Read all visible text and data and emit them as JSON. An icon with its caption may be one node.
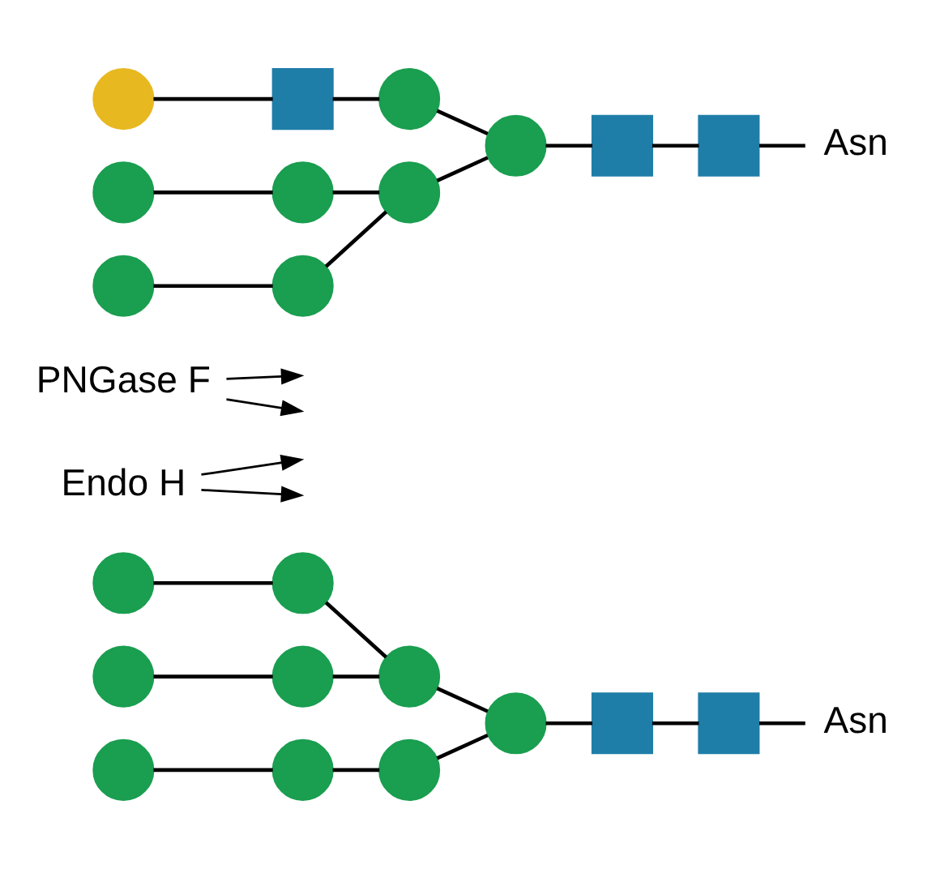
{
  "diagram": {
    "nodes": [
      {
        "text": [],
        "shape": "circle"
      },
      {
        "text": [],
        "shape": "circle"
      },
      {
        "text": [],
        "shape": "circle"
      },
      {
        "text": [],
        "shape": "circle"
      },
      {
        "text": [],
        "shape": "circle"
      },
      {
        "text": [],
        "shape": "circle"
      },
      {
        "text": [],
        "shape": "box"
      },
      {
        "text": [],
        "shape": "box"
      },
      {
        "text": [
          "Asn"
        ]
      },
      {
        "text": [],
        "shape": "circle"
      },
      {
        "text": [],
        "shape": "circle"
      },
      {
        "text": [],
        "shape": "circle"
      },
      {
        "text": [
          "Endo H"
        ]
      },
      {
        "text": [
          "PNGase F"
        ]
      },
      {
        "text": [],
        "shape": "circle"
      },
      {
        "text": [],
        "shape": "box"
      },
      {
        "text": [],
        "shape": "circle"
      },
      {
        "text": [],
        "shape": "circle"
      },
      {
        "text": [],
        "shape": "box"
      },
      {
        "text": [],
        "shape": "box"
      },
      {
        "text": [
          "Asn"
        ]
      },
      {
        "text": [],
        "shape": "circle"
      },
      {
        "text": [],
        "shape": "circle"
      },
      {
        "text": [],
        "shape": "circle"
      },
      {
        "text": [],
        "shape": "circle"
      },
      {
        "text": [],
        "shape": "circle"
      }
    ],
    "edges": [
      {
        "from": 0,
        "to": 1,
        "arrow": "none"
      },
      {
        "from": 1,
        "to": 2,
        "arrow": "none"
      },
      {
        "from": 3,
        "to": 4,
        "arrow": "none"
      },
      {
        "from": 4,
        "to": 2,
        "arrow": "none"
      },
      {
        "from": 2,
        "to": 5,
        "arrow": "none"
      },
      {
        "from": 9,
        "to": 10,
        "arrow": "none"
      },
      {
        "from": 10,
        "to": 11,
        "arrow": "none"
      },
      {
        "from": 11,
        "to": 5,
        "arrow": "none"
      },
      {
        "from": 5,
        "to": 6,
        "arrow": "none"
      },
      {
        "from": 6,
        "to": 7,
        "arrow": "none"
      },
      {
        "from": 7,
        "to": 8,
        "arrow": "none"
      },
      {
        "from": 12,
        "to": null,
        "arrow": "to"
      },
      {
        "from": 12,
        "to": null,
        "arrow": "to"
      },
      {
        "from": 13,
        "to": null,
        "arrow": "to"
      },
      {
        "from": 13,
        "to": null,
        "arrow": "to"
      },
      {
        "from": 14,
        "to": 15,
        "arrow": "none"
      },
      {
        "from": 15,
        "to": 16,
        "arrow": "none"
      },
      {
        "from": 16,
        "to": 17,
        "arrow": "none"
      },
      {
        "from": 17,
        "to": 18,
        "arrow": "none"
      },
      {
        "from": 18,
        "to": 19,
        "arrow": "none"
      },
      {
        "from": 19,
        "to": 20,
        "arrow": "none"
      },
      {
        "from": 21,
        "to": 22,
        "arrow": "none"
      },
      {
        "from": 22,
        "to": 23,
        "arrow": "none"
      },
      {
        "from": 24,
        "to": 25,
        "arrow": "none"
      },
      {
        "from": 25,
        "to": 23,
        "arrow": "none"
      },
      {
        "from": 23,
        "to": 17,
        "arrow": "none"
      }
    ]
  }
}
